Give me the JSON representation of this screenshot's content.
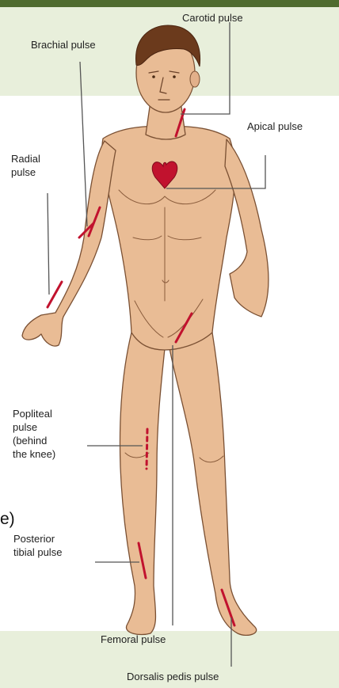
{
  "labels": {
    "carotid": "Carotid pulse",
    "brachial": "Brachial pulse",
    "apical": "Apical pulse",
    "radial": "Radial\npulse",
    "popliteal": "Popliteal\npulse\n(behind\nthe knee)",
    "posterior_tibial": "Posterior\ntibial pulse",
    "femoral": "Femoral pulse",
    "dorsalis_pedis": "Dorsalis pedis pulse"
  },
  "clipped_text": "e)",
  "colors": {
    "skin": "#e9bc95",
    "skin_outline": "#7a5033",
    "hair": "#6b3a1c",
    "artery": "#c1122e",
    "band": "#e8efdb",
    "header_bar": "#4f6b2f",
    "leader_line": "#555555"
  }
}
